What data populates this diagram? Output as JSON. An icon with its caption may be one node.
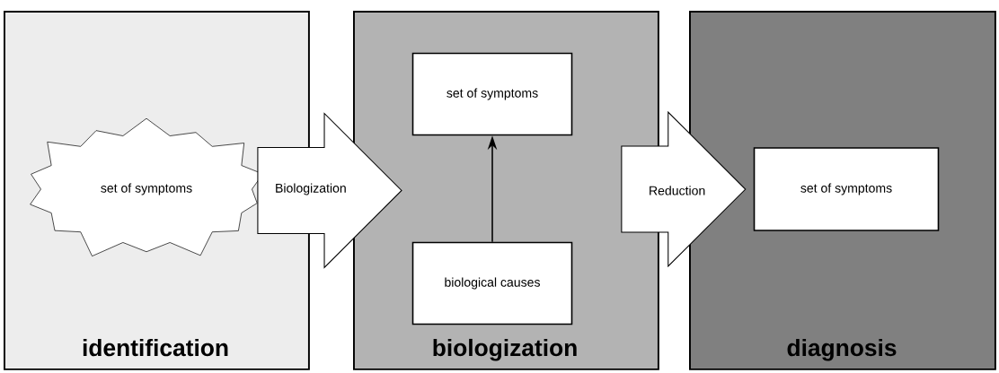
{
  "diagram": {
    "nodes": [
      {
        "text": [
          "identification"
        ]
      },
      {
        "text": [
          "set of symptoms"
        ],
        "in": 0
      },
      {
        "text": [
          "biologization"
        ]
      },
      {
        "text": [
          "set of symptoms"
        ],
        "in": 2
      },
      {
        "text": [
          "biological causes"
        ],
        "in": 2
      },
      {
        "text": [
          "diagnosis"
        ]
      },
      {
        "text": [
          "set of symptoms"
        ],
        "in": 5
      }
    ],
    "edges": [
      {
        "from": 1,
        "to": 2,
        "arrow": "to",
        "label": "Biologization",
        "style": "thick"
      },
      {
        "from": 4,
        "to": 3,
        "arrow": "to"
      },
      {
        "from": 2,
        "to": 6,
        "arrow": "to",
        "label": "Reduction",
        "style": "thick"
      }
    ]
  }
}
